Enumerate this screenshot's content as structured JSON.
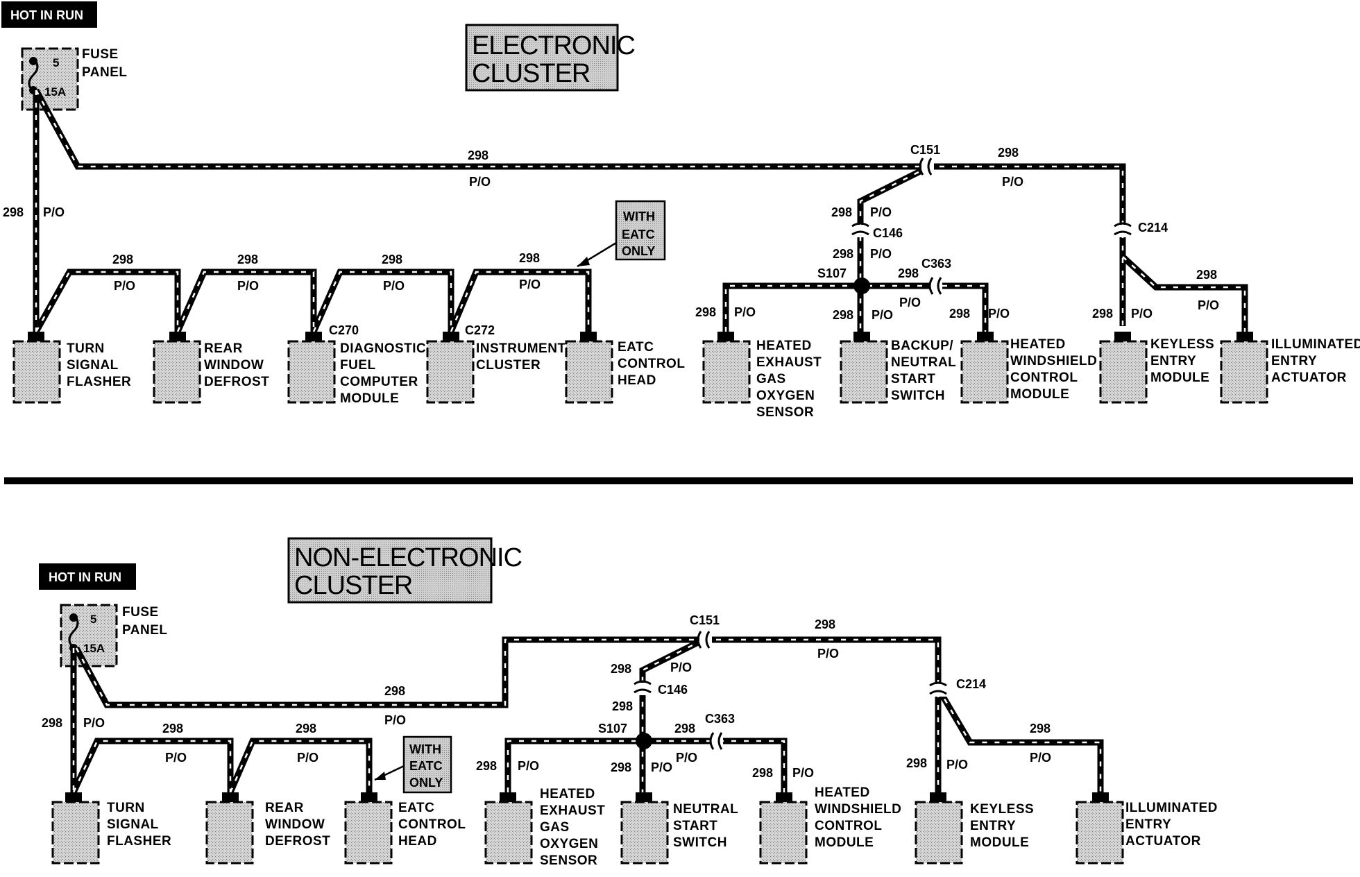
{
  "electronic": {
    "title_line1": "ELECTRONIC",
    "title_line2": "CLUSTER",
    "hot_in_run": "HOT IN RUN",
    "fuse": {
      "num": "5",
      "amps": "15A",
      "label_line1": "FUSE",
      "label_line2": "PANEL"
    },
    "wires": {
      "w_main_num": "298",
      "w_main_po": "P/O",
      "w_right_num": "298",
      "w_right_po": "P/O",
      "w_left_num": "298",
      "w_left_po": "P/O",
      "b1_num": "298",
      "b1_po": "P/O",
      "b2_num": "298",
      "b2_po": "P/O",
      "b3_num": "298",
      "b3_po": "P/O",
      "b4_num": "298",
      "b4_po": "P/O",
      "c151_down_num": "298",
      "c151_down_po": "P/O",
      "c146_down_num": "298",
      "c146_down_po": "P/O",
      "s107_left_num": "298",
      "s107_left_po": "P/O",
      "s107_down_num": "298",
      "s107_down_po": "P/O",
      "c363_num": "298",
      "c363_po": "P/O",
      "hw_num": "298",
      "hw_po": "P/O",
      "km_num": "298",
      "km_po": "P/O",
      "ia_num": "298",
      "ia_po": "P/O"
    },
    "connectors": {
      "c151": "C151",
      "c214": "C214",
      "c146": "C146",
      "s107": "S107",
      "c363": "C363",
      "c270": "C270",
      "c272": "C272"
    },
    "note": {
      "line1": "WITH",
      "line2": "EATC",
      "line3": "ONLY"
    },
    "components": {
      "turn": [
        "TURN",
        "SIGNAL",
        "FLASHER"
      ],
      "rear": [
        "REAR",
        "WINDOW",
        "DEFROST"
      ],
      "diag": [
        "DIAGNOSTIC",
        "FUEL",
        "COMPUTER",
        "MODULE"
      ],
      "inst": [
        "INSTRUMENT",
        "CLUSTER"
      ],
      "eatc": [
        "EATC",
        "CONTROL",
        "HEAD"
      ],
      "hego": [
        "HEATED",
        "EXHAUST",
        "GAS",
        "OXYGEN",
        "SENSOR"
      ],
      "backup": [
        "BACKUP/",
        "NEUTRAL",
        "START",
        "SWITCH"
      ],
      "hwcm": [
        "HEATED",
        "WINDSHIELD",
        "CONTROL",
        "MODULE"
      ],
      "kem": [
        "KEYLESS",
        "ENTRY",
        "MODULE"
      ],
      "iea": [
        "ILLUMINATED",
        "ENTRY",
        "ACTUATOR"
      ]
    }
  },
  "non_electronic": {
    "title_line1": "NON-ELECTRONIC",
    "title_line2": "CLUSTER",
    "hot_in_run": "HOT IN RUN",
    "fuse": {
      "num": "5",
      "amps": "15A",
      "label_line1": "FUSE",
      "label_line2": "PANEL"
    },
    "wires": {
      "w_main_num": "298",
      "w_main_po": "P/O",
      "w_top_num": "298",
      "w_top_po": "P/O",
      "w_left_num": "298",
      "w_left_po": "P/O",
      "b1_num": "298",
      "b1_po": "P/O",
      "b2_num": "298",
      "b2_po": "P/O",
      "c151_down_num": "298",
      "c151_down_po": "P/O",
      "c146_down_num": "298",
      "s107_left_num": "298",
      "s107_left_po": "P/O",
      "s107_down_num": "298",
      "s107_down_po": "P/O",
      "c363_num": "298",
      "c363_po": "P/O",
      "hw_num": "298",
      "hw_po": "P/O",
      "km_num": "298",
      "km_po": "P/O",
      "ia_num": "298",
      "ia_po": "P/O"
    },
    "connectors": {
      "c151": "C151",
      "c214": "C214",
      "c146": "C146",
      "s107": "S107",
      "c363": "C363"
    },
    "note": {
      "line1": "WITH",
      "line2": "EATC",
      "line3": "ONLY"
    },
    "components": {
      "turn": [
        "TURN",
        "SIGNAL",
        "FLASHER"
      ],
      "rear": [
        "REAR",
        "WINDOW",
        "DEFROST"
      ],
      "eatc": [
        "EATC",
        "CONTROL",
        "HEAD"
      ],
      "hego": [
        "HEATED",
        "EXHAUST",
        "GAS",
        "OXYGEN",
        "SENSOR"
      ],
      "nss": [
        "NEUTRAL",
        "START",
        "SWITCH"
      ],
      "hwcm": [
        "HEATED",
        "WINDSHIELD",
        "CONTROL",
        "MODULE"
      ],
      "kem": [
        "KEYLESS",
        "ENTRY",
        "MODULE"
      ],
      "iea": [
        "ILLUMINATED",
        "ENTRY",
        "ACTUATOR"
      ]
    }
  },
  "colors": {
    "ink": "#000000",
    "shade": "#c8c8c8",
    "paper": "#ffffff"
  }
}
